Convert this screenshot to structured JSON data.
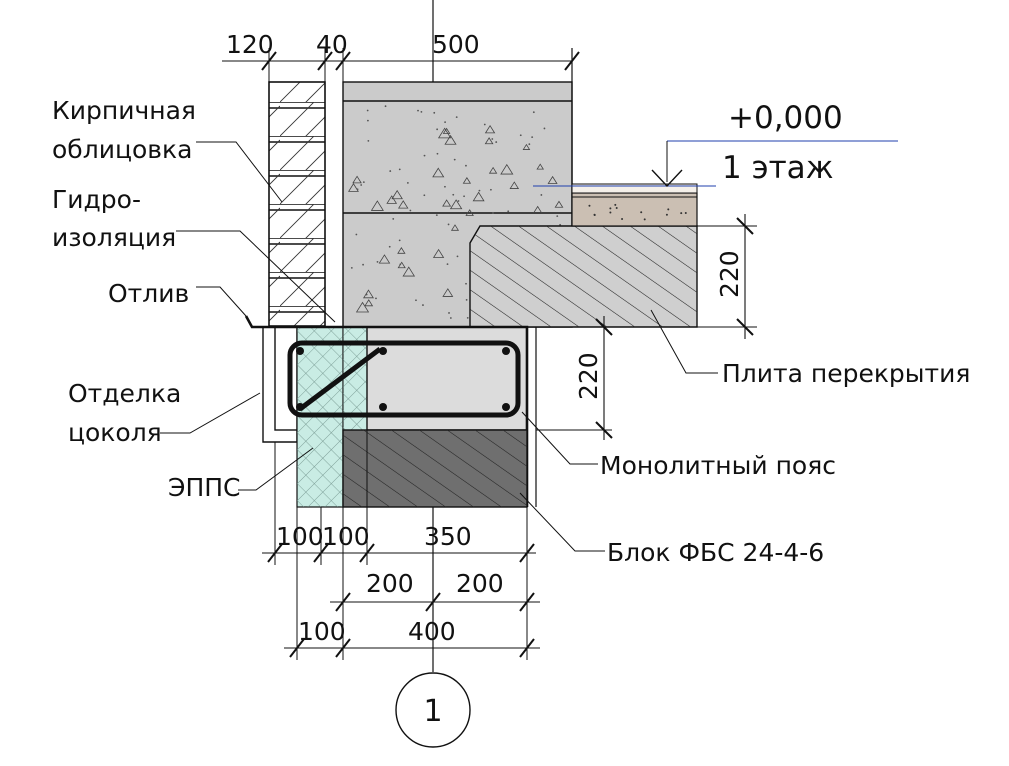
{
  "labels": {
    "brick_line1": "Кирпичная",
    "brick_line2": "облицовка",
    "hydro_line1": "Гидро-",
    "hydro_line2": "изоляция",
    "otliv": "Отлив",
    "plinth_line1": "Отделка",
    "plinth_line2": "цоколя",
    "epps": "ЭППС",
    "slab": "Плита перекрытия",
    "belt": "Монолитный пояс",
    "block": "Блок ФБС 24-4-6"
  },
  "level": {
    "mark": "+0,000",
    "floor": "1 этаж"
  },
  "dimensions": {
    "top_brick": "120",
    "top_gap": "40",
    "top_wall": "500",
    "slab_height": "220",
    "belt_height": "220",
    "row1_a": "100",
    "row1_b": "100",
    "row1_c": "350",
    "row2_a": "200",
    "row2_b": "200",
    "row3_a": "100",
    "row3_b": "400"
  },
  "axis": {
    "number": "1"
  },
  "colors": {
    "concrete_block": "#cbcbcb",
    "belt": "#d9d9d9",
    "insulation": "#c9ece4",
    "fbs_block": "#6f6f6f",
    "slab": "#cfcfcf",
    "floor_finish": "#cbbfb3",
    "level_line": "#1f3fae"
  }
}
